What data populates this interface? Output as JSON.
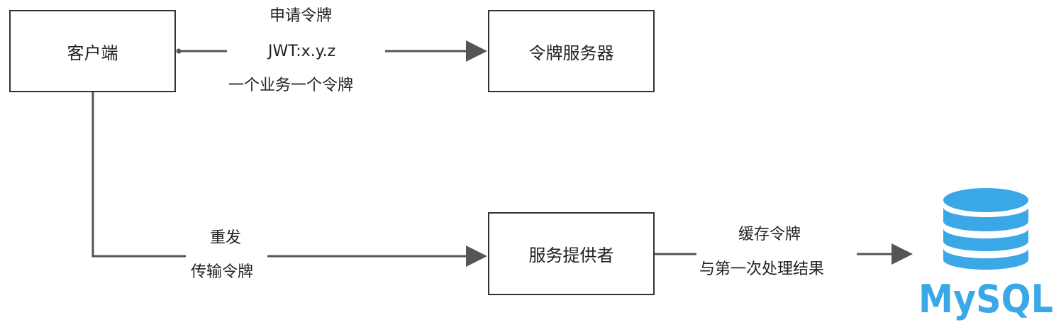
{
  "nodes": {
    "client": "客户端",
    "token_server": "令牌服务器",
    "service_provider": "服务提供者"
  },
  "edges": {
    "apply_token": "申请令牌",
    "jwt_format": "JWT:x.y.z",
    "one_token_per_business": "一个业务一个令牌",
    "resend": "重发",
    "transfer_token": "传输令牌",
    "cache_token": "缓存令牌",
    "first_result": "与第一次处理结果"
  },
  "database": {
    "logo_text": "MySQL",
    "color": "#3AA8E6"
  },
  "colors": {
    "line": "#555555",
    "box_border": "#333333"
  }
}
